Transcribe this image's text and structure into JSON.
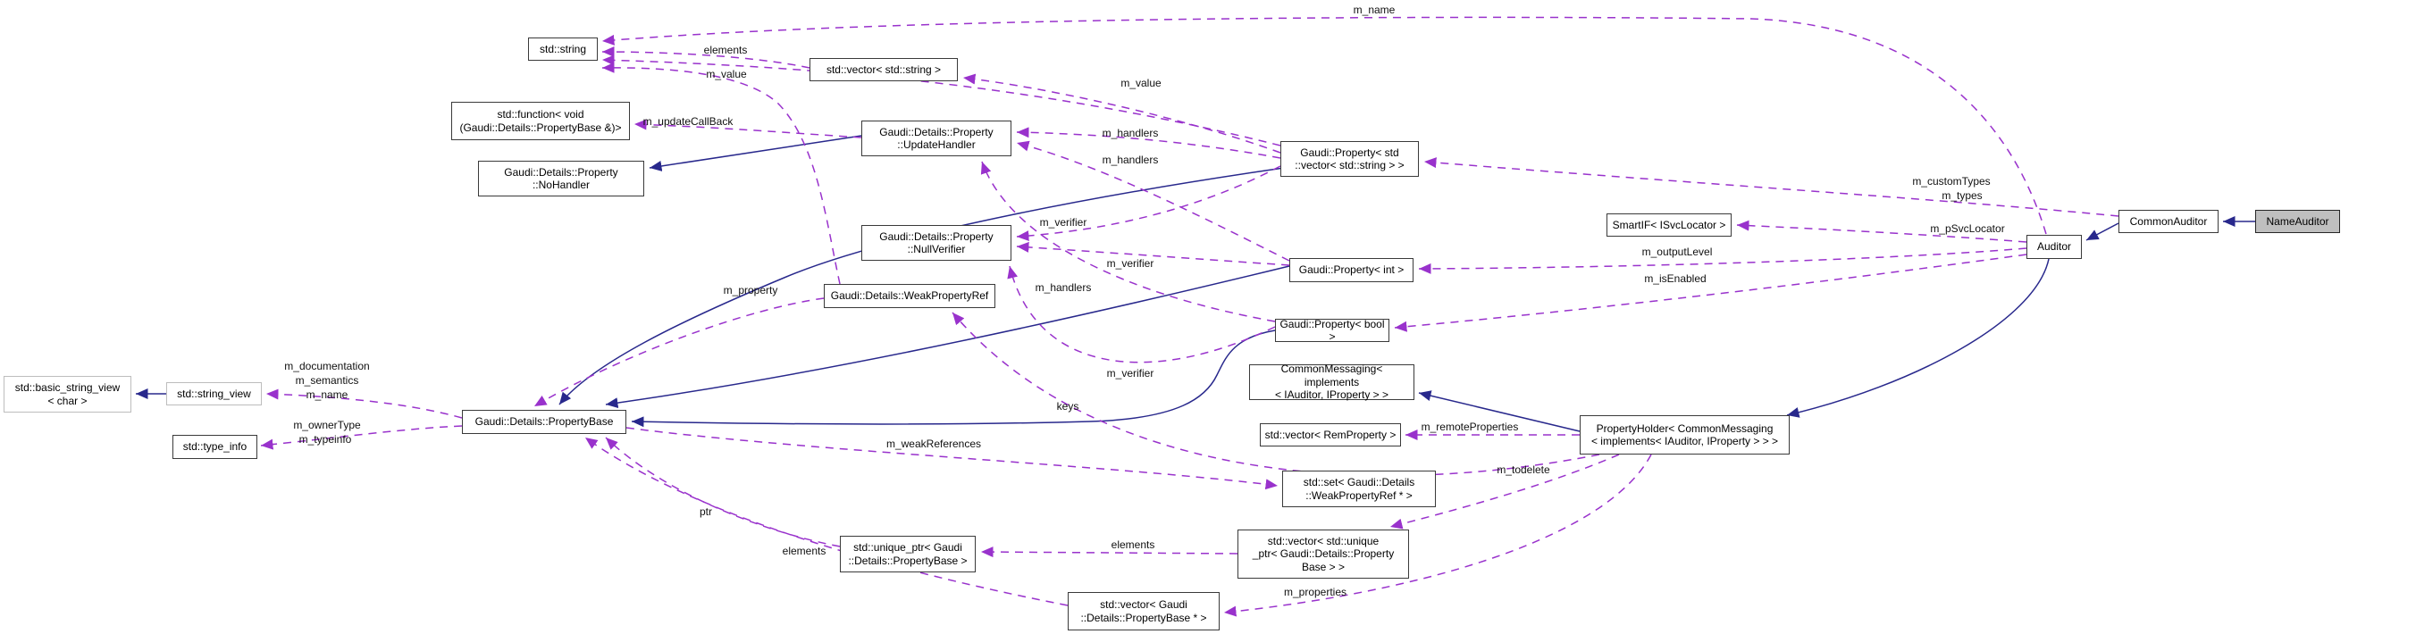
{
  "diagram": {
    "kind": "doxygen-collaboration-graph",
    "colors": {
      "usage_edge": "#9932cc",
      "inheritance_edge": "#28288c",
      "node_border": "#3a3a3a",
      "node_border_external": "#bdbdbd",
      "highlight_fill": "#bfbfbf",
      "background": "#ffffff"
    },
    "nodes": [
      {
        "id": "std-string",
        "label": "std::string"
      },
      {
        "id": "std-vector-string",
        "label": "std::vector< std::string >"
      },
      {
        "id": "std-function",
        "label": "std::function< void\n(Gaudi::Details::PropertyBase &)>"
      },
      {
        "id": "no-handler",
        "label": "Gaudi::Details::Property\n::NoHandler"
      },
      {
        "id": "update-handler",
        "label": "Gaudi::Details::Property\n::UpdateHandler"
      },
      {
        "id": "null-verifier",
        "label": "Gaudi::Details::Property\n::NullVerifier"
      },
      {
        "id": "weak-property-ref",
        "label": "Gaudi::Details::WeakPropertyRef"
      },
      {
        "id": "property-vector",
        "label": "Gaudi::Property< std\n::vector< std::string > >"
      },
      {
        "id": "property-int",
        "label": "Gaudi::Property< int >"
      },
      {
        "id": "property-bool",
        "label": "Gaudi::Property< bool >"
      },
      {
        "id": "common-messaging",
        "label": "CommonMessaging< implements\n< IAuditor, IProperty > >"
      },
      {
        "id": "vector-remproperty",
        "label": "std::vector< RemProperty >"
      },
      {
        "id": "property-holder",
        "label": "PropertyHolder< CommonMessaging\n< implements< IAuditor, IProperty > > >"
      },
      {
        "id": "smartif",
        "label": "SmartIF< ISvcLocator >"
      },
      {
        "id": "auditor",
        "label": "Auditor"
      },
      {
        "id": "common-auditor",
        "label": "CommonAuditor"
      },
      {
        "id": "name-auditor",
        "label": "NameAuditor"
      },
      {
        "id": "basic-string-view",
        "label": "std::basic_string_view\n< char >"
      },
      {
        "id": "string-view",
        "label": "std::string_view"
      },
      {
        "id": "type-info",
        "label": "std::type_info"
      },
      {
        "id": "property-base",
        "label": "Gaudi::Details::PropertyBase"
      },
      {
        "id": "std-set-weakref",
        "label": "std::set< Gaudi::Details\n::WeakPropertyRef * >"
      },
      {
        "id": "vector-unique-ptr",
        "label": "std::vector< std::unique\n_ptr< Gaudi::Details::Property\nBase > >"
      },
      {
        "id": "vector-propbase",
        "label": "std::vector< Gaudi\n::Details::PropertyBase * >"
      },
      {
        "id": "unique-ptr",
        "label": "std::unique_ptr< Gaudi\n::Details::PropertyBase >"
      }
    ],
    "edge_labels": [
      {
        "text": "m_name"
      },
      {
        "text": "elements"
      },
      {
        "text": "m_value"
      },
      {
        "text": "m_updateCallBack"
      },
      {
        "text": "m_value"
      },
      {
        "text": "m_handlers"
      },
      {
        "text": "m_handlers"
      },
      {
        "text": "m_verifier"
      },
      {
        "text": "m_verifier"
      },
      {
        "text": "m_handlers"
      },
      {
        "text": "m_verifier"
      },
      {
        "text": "keys"
      },
      {
        "text": "m_property"
      },
      {
        "text": "m_documentation"
      },
      {
        "text": "m_semantics"
      },
      {
        "text": "m_name"
      },
      {
        "text": "m_ownerType"
      },
      {
        "text": "m_typeinfo"
      },
      {
        "text": "m_weakReferences"
      },
      {
        "text": "m_remoteProperties"
      },
      {
        "text": "m_todelete"
      },
      {
        "text": "elements"
      },
      {
        "text": "ptr"
      },
      {
        "text": "elements"
      },
      {
        "text": "m_properties"
      },
      {
        "text": "m_customTypes"
      },
      {
        "text": "m_types"
      },
      {
        "text": "m_pSvcLocator"
      },
      {
        "text": "m_outputLevel"
      },
      {
        "text": "m_isEnabled"
      }
    ]
  }
}
